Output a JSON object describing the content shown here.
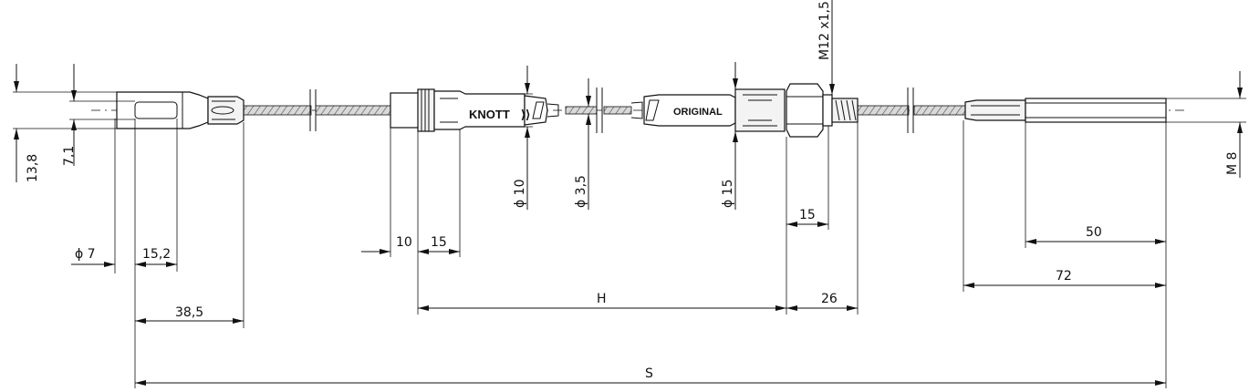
{
  "brand": {
    "knott": "KNOTT",
    "original": "ORIGINAL"
  },
  "dimensions": {
    "d13_8": "13,8",
    "d7_1": "7,1",
    "phi7": "ϕ 7",
    "d15_2": "15,2",
    "d38_5": "38,5",
    "d10": "10",
    "d15a": "15",
    "phi10": "ϕ 10",
    "phi3_5": "ϕ 3,5",
    "phi15": "ϕ 15",
    "H": "H",
    "m12": "M12 x1,5",
    "d15b": "15",
    "d26": "26",
    "d50": "50",
    "d72": "72",
    "m8": "M 8",
    "S": "S"
  }
}
